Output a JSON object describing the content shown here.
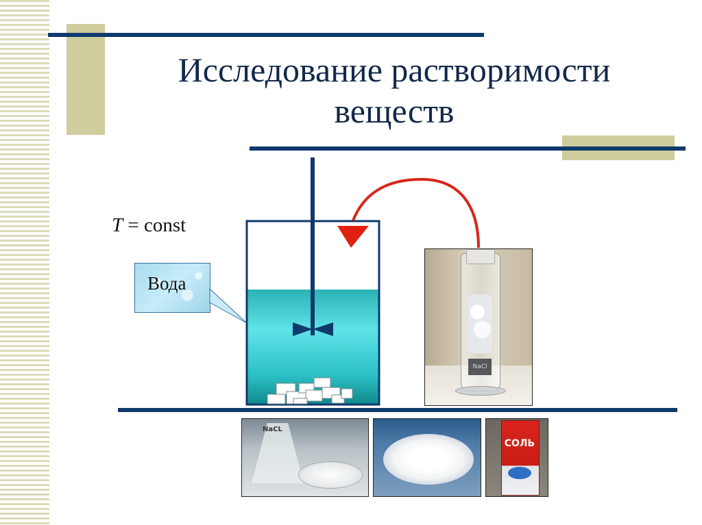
{
  "title": "Исследование растворимости веществ",
  "title_line1": "Исследование растворимости",
  "title_line2": "веществ",
  "condition": {
    "symbol": "T",
    "rest": " = const"
  },
  "callout_label": "Вода",
  "tube_label": "NaCl",
  "flask_label": "NaCL",
  "package_label": "СОЛЬ",
  "colors": {
    "navy": "#0f3a6b",
    "tan": "#cfcc9e",
    "water": "#1fa7a8",
    "arrow": "#e02010"
  }
}
